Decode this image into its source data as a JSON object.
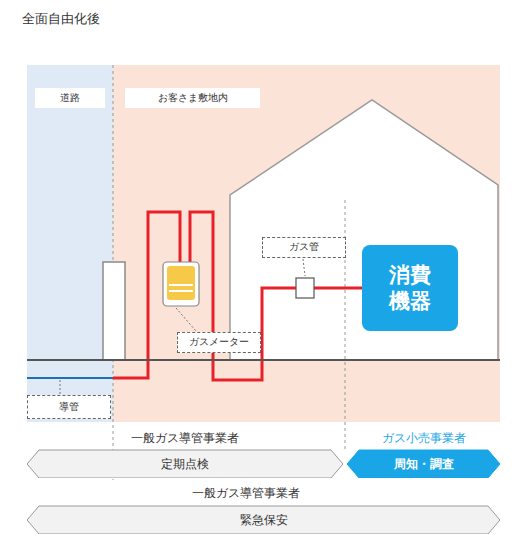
{
  "diagram": {
    "title": "全面自由化後",
    "nodes": [
      {
        "text": [
          "道路"
        ]
      },
      {
        "text": [
          "お客さま敷地内"
        ]
      },
      {
        "text": [
          "ガス管"
        ]
      },
      {
        "text": [
          "消費機器"
        ]
      },
      {
        "text": [
          "ガスメーター"
        ]
      },
      {
        "text": [
          "導管"
        ]
      },
      {
        "text": [
          "一般ガス導管事業者",
          "定期点検"
        ]
      },
      {
        "text": [
          "ガス小売事業者",
          "周知・調査"
        ]
      },
      {
        "text": [
          "一般ガス導管事業者",
          "緊急保安"
        ]
      }
    ]
  }
}
